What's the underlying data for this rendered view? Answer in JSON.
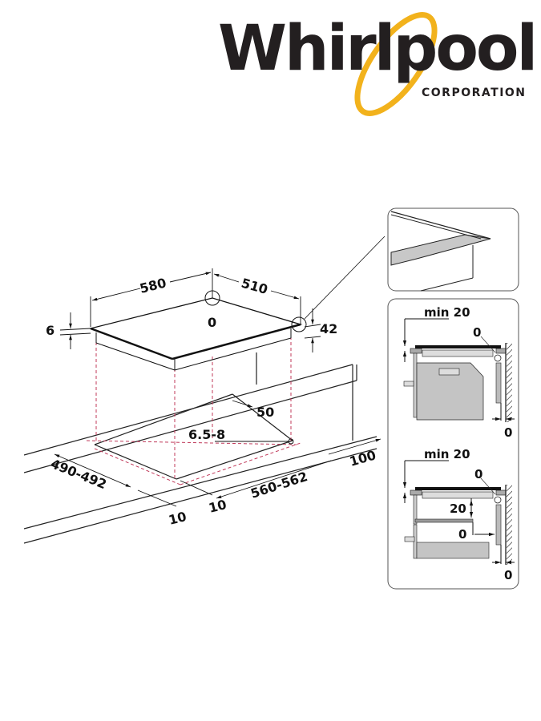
{
  "logo": {
    "wordmark": "Whirlpool",
    "subtitle": "CORPORATION",
    "ring_color": "#f2b21c",
    "text_color": "#231f20"
  },
  "main_drawing": {
    "hob_dimensions": {
      "width": "580",
      "depth": "510",
      "glass_thickness": "6",
      "height": "42",
      "corner_radius": "0"
    },
    "cutout_dimensions": {
      "depth": "490-492",
      "width": "560-562",
      "corner_radius": "6.5-8",
      "rear_offset": "50",
      "wall_clearance": "100",
      "front_offset_1": "10",
      "front_offset_2": "10"
    },
    "cutout_line_color": "#c0395a"
  },
  "detail_top": {
    "description": "hob edge detail"
  },
  "detail_oven": {
    "min_label": "min 20",
    "top_gap": "0",
    "wall_gap": "0"
  },
  "detail_drawer": {
    "min_label": "min 20",
    "top_gap": "0",
    "shelf_gap": "20",
    "side_gap": "0",
    "wall_gap": "0"
  }
}
